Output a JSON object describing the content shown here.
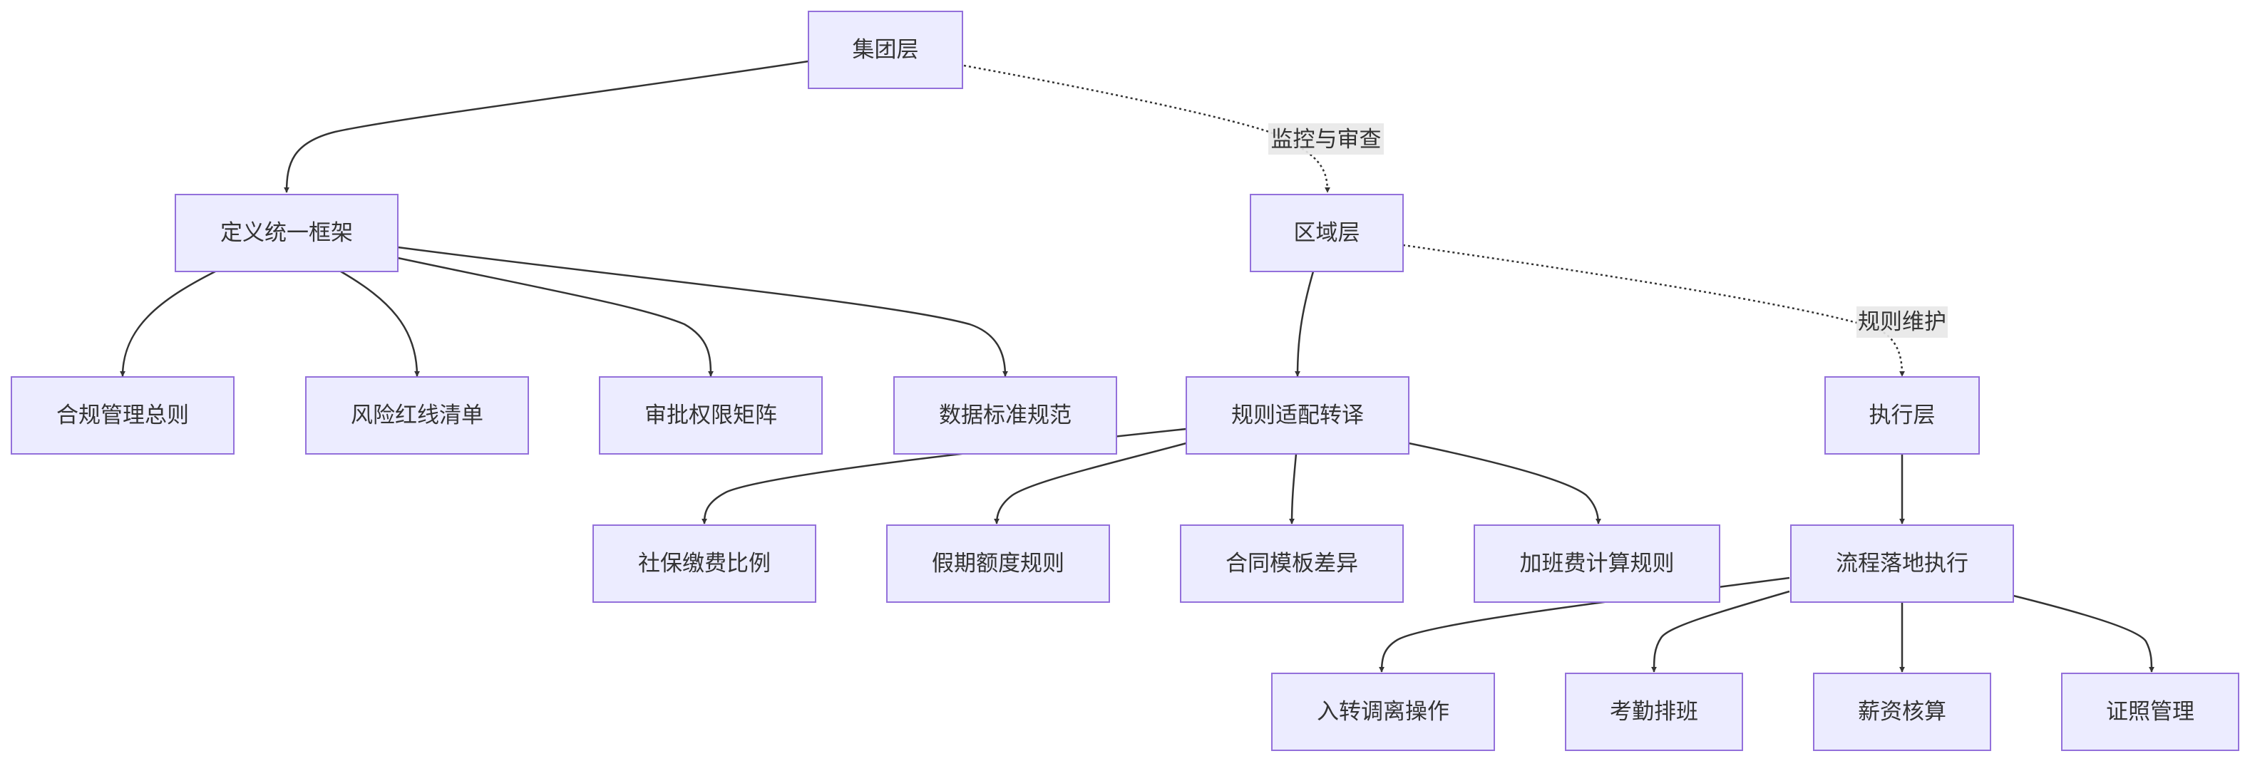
{
  "nodes": {
    "group": "集团层",
    "framework": "定义统一框架",
    "region": "区域层",
    "compliance": "合规管理总则",
    "redline": "风险红线清单",
    "approval": "审批权限矩阵",
    "datastd": "数据标准规范",
    "adapt": "规则适配转译",
    "exec": "执行层",
    "social": "社保缴费比例",
    "holiday": "假期额度规则",
    "contract": "合同模板差异",
    "overtime": "加班费计算规则",
    "process": "流程落地执行",
    "onboard": "入转调离操作",
    "attendance": "考勤排班",
    "payroll": "薪资核算",
    "license": "证照管理"
  },
  "edge_labels": {
    "monitor": "监控与审查",
    "maintain": "规则维护"
  },
  "colors": {
    "node_fill": "#ECECFF",
    "node_stroke": "#9370DB",
    "edge": "#333333",
    "text": "#333333"
  }
}
